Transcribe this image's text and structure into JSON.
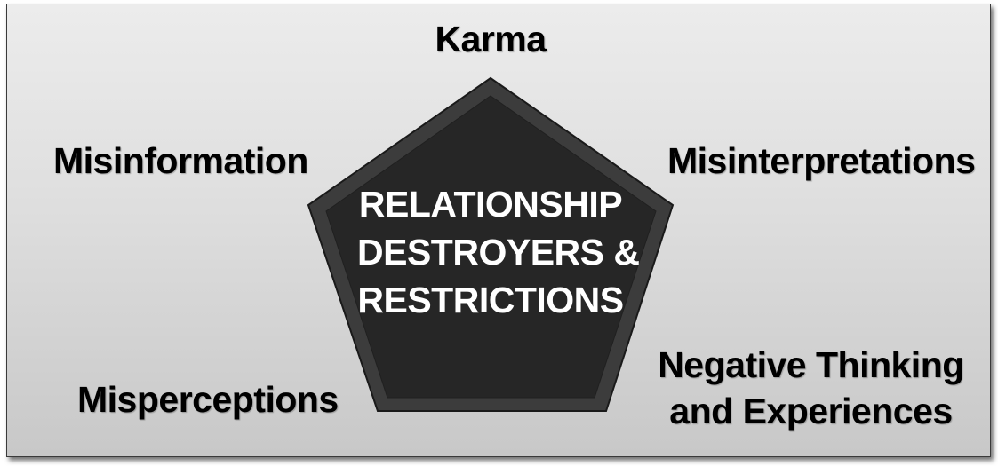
{
  "diagram": {
    "center": {
      "lines": [
        "RELATIONSHIP",
        "DESTROYERS &",
        "RESTRICTIONS"
      ]
    },
    "labels": {
      "top": "Karma",
      "upper_left": "Misinformation",
      "upper_right": "Misinterpretations",
      "lower_left": "Misperceptions",
      "lower_right": [
        "Negative Thinking",
        "and Experiences"
      ]
    },
    "colors": {
      "pentagon_outer": "#3a3a3a",
      "pentagon_inner": "#262626",
      "center_text": "#ffffff",
      "label_text": "#000000"
    }
  }
}
